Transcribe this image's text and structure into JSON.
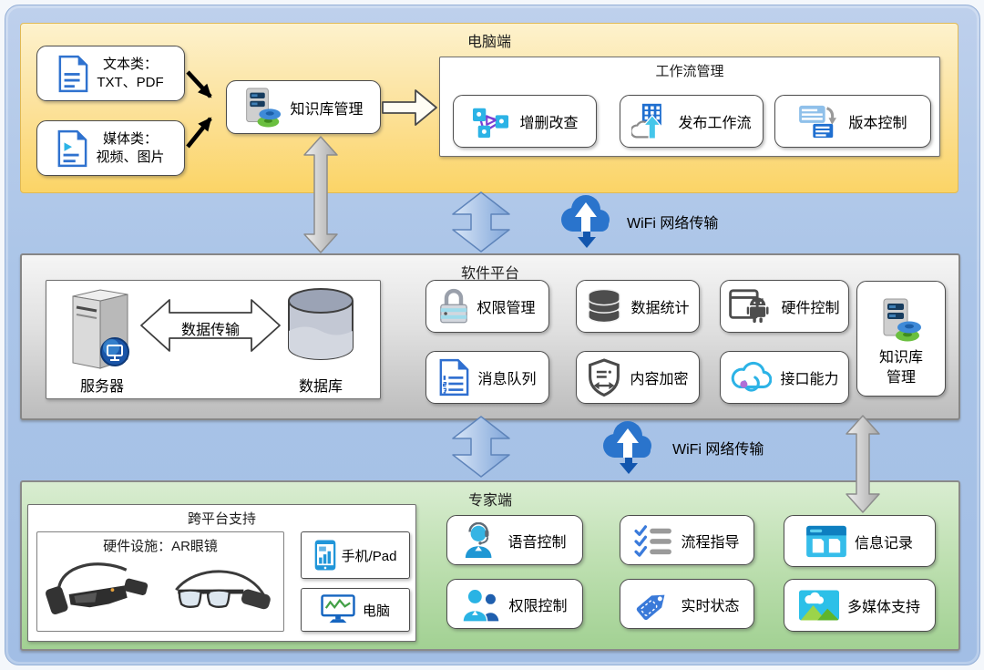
{
  "colors": {
    "section_computer": "#fbd466",
    "section_platform": "#d9d9d9",
    "section_expert": "#a2d193",
    "canvas_blue": "#abc5e8",
    "cloud_blue": "#2a74cc",
    "accent_blue": "#2f72cf",
    "accent_cyan": "#2cb3e6"
  },
  "icons": [
    "text-document-icon",
    "media-document-icon",
    "server-disks-icon",
    "crud-graph-icon",
    "publish-upload-icon",
    "version-panels-icon",
    "server-tower-icon",
    "database-cylinder-icon",
    "padlock-icon",
    "database-stack-icon",
    "window-android-icon",
    "numbered-list-icon",
    "shield-encrypt-icon",
    "cloud-api-icon",
    "headset-person-icon",
    "checklist-icon",
    "two-people-icon",
    "tag-icon",
    "records-window-icon",
    "multimedia-image-icon",
    "phone-chart-icon",
    "monitor-wave-icon",
    "ar-glasses",
    "wifi-cloud-icon",
    "double-arrow",
    "block-arrow"
  ],
  "computer": {
    "title": "电脑端",
    "inputs": [
      {
        "icon": "text-document-icon",
        "lines": [
          "文本类：",
          "TXT、PDF"
        ]
      },
      {
        "icon": "media-document-icon",
        "lines": [
          "媒体类：",
          "视频、图片"
        ]
      }
    ],
    "knowledge_base": {
      "label": "知识库管理"
    },
    "workflow": {
      "title": "工作流管理",
      "items": [
        {
          "label": "增删改查"
        },
        {
          "label": "发布工作流"
        },
        {
          "label": "版本控制"
        }
      ]
    }
  },
  "links": {
    "wifi_upper": "WiFi 网络传输",
    "wifi_lower": "WiFi 网络传输",
    "data_transfer": "数据传输"
  },
  "platform": {
    "title": "软件平台",
    "server": "服务器",
    "database": "数据库",
    "features": [
      "权限管理",
      "数据统计",
      "硬件控制",
      "消息队列",
      "内容加密",
      "接口能力"
    ],
    "knowledge_base_lines": [
      "知识库",
      "管理"
    ]
  },
  "expert": {
    "title": "专家端",
    "cross_platform": {
      "title": "跨平台支持",
      "hardware_label": "硬件设施：AR眼镜",
      "devices": [
        "手机/Pad",
        "电脑"
      ]
    },
    "features": [
      "语音控制",
      "流程指导",
      "信息记录",
      "权限控制",
      "实时状态",
      "多媒体支持"
    ]
  }
}
